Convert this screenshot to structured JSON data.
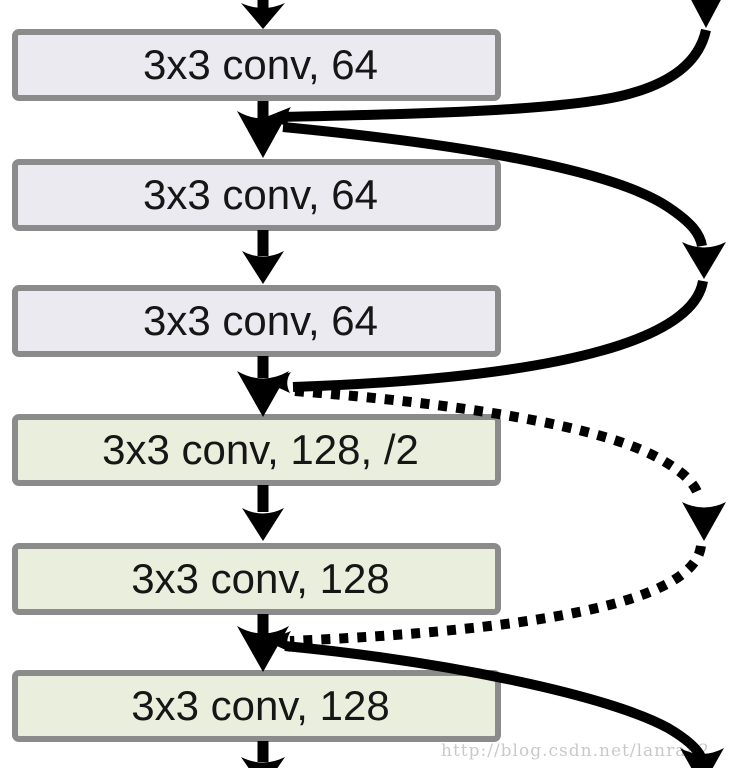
{
  "diagram": {
    "type": "neural-network-architecture",
    "description": "ResNet-style stack of convolution layers with residual skip connections",
    "nodes": [
      {
        "id": "conv1",
        "label": "3x3 conv, 64",
        "group": "64"
      },
      {
        "id": "conv2",
        "label": "3x3 conv, 64",
        "group": "64"
      },
      {
        "id": "conv3",
        "label": "3x3 conv, 64",
        "group": "64"
      },
      {
        "id": "conv4",
        "label": "3x3 conv, 128, /2",
        "group": "128"
      },
      {
        "id": "conv5",
        "label": "3x3 conv, 128",
        "group": "128"
      },
      {
        "id": "conv6",
        "label": "3x3 conv, 128",
        "group": "128"
      }
    ],
    "flow": [
      "conv1",
      "conv2",
      "conv3",
      "conv4",
      "conv5",
      "conv6"
    ],
    "skip_connections": [
      {
        "from": "above (off-screen)",
        "to": "junction conv1-conv2",
        "style": "solid"
      },
      {
        "from": "junction conv1-conv2",
        "to": "junction conv3-conv4",
        "style": "solid"
      },
      {
        "from": "junction conv3-conv4",
        "to": "junction conv5-conv6",
        "style": "dotted"
      },
      {
        "from": "junction conv5-conv6",
        "to": "below (off-screen)",
        "style": "solid"
      }
    ],
    "watermark": "http://blog.csdn.net/lanran2",
    "colors": {
      "conv64_fill": "#eceaf1",
      "conv128_fill": "#eaefdd",
      "box_border": "#8b8b8b",
      "arrow": "#000000",
      "watermark_text": "#c9c9c9",
      "background": "#ffffff"
    }
  }
}
